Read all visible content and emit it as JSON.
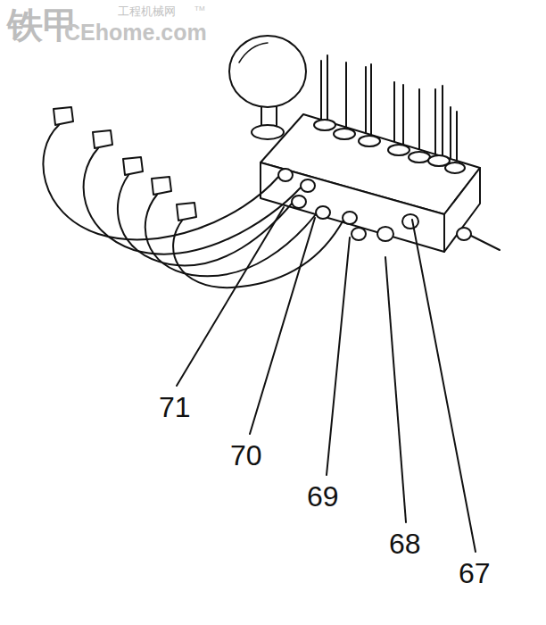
{
  "diagram": {
    "labels": [
      "铁甲",
      "CEhome.com",
      "工程机械网",
      "TM",
      "71",
      "70",
      "69",
      "68",
      "67"
    ]
  }
}
